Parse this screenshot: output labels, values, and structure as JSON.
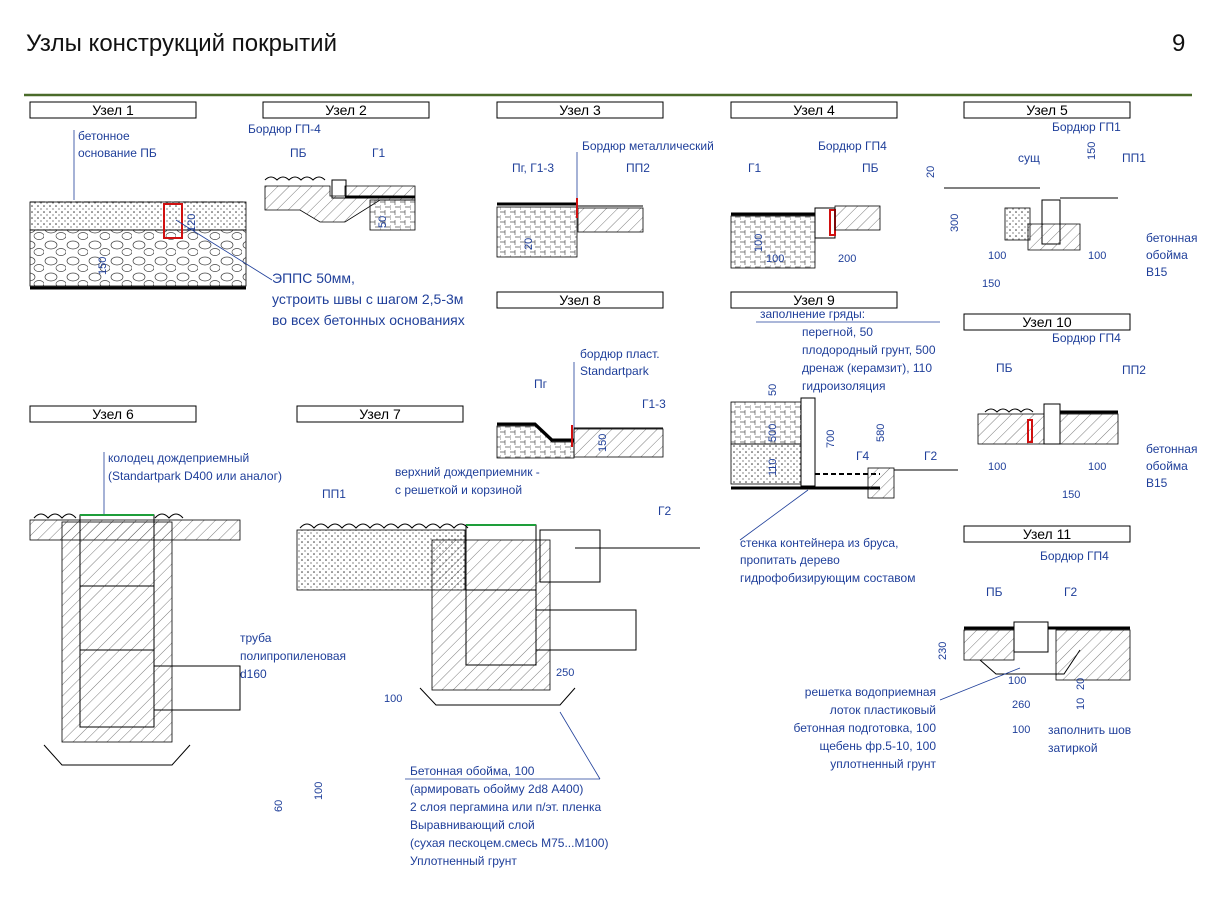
{
  "page": {
    "title": "Узлы конструкций покрытий",
    "number": "9",
    "rule_color": "#4a6b2a"
  },
  "colors": {
    "annotation": "#1f3f9a",
    "line": "#000000",
    "accent_red": "#d01010",
    "accent_green": "#1e9e3a"
  },
  "nodes": {
    "n1": {
      "header": "Узел 1",
      "l1": "бетонное",
      "l2": "основание ПБ",
      "l3": "ЭППС 50мм,",
      "l4": "устроить швы с шагом 2,5-3м",
      "l5": "во всех бетонных основаниях",
      "d1": "120",
      "d2": "150"
    },
    "n2": {
      "header": "Узел 2",
      "l1": "Бордюр ГП-4",
      "l2": "ПБ",
      "l3": "Г1",
      "d1": "50"
    },
    "n3": {
      "header": "Узел 3",
      "l1": "Бордюр металлический",
      "l2": "Пг, Г1-3",
      "l3": "ПП2",
      "d1": "20"
    },
    "n4": {
      "header": "Узел 4",
      "l1": "Бордюр ГП4",
      "l2": "Г1",
      "l3": "ПБ",
      "d1": "100",
      "d2": "100",
      "d3": "200"
    },
    "n5": {
      "header": "Узел 5",
      "l1": "Бордюр ГП1",
      "l2": "сущ",
      "l3": "ПП1",
      "l4": "бетонная",
      "l5": "обойма",
      "l6": "В15",
      "d1": "20",
      "d2": "300",
      "d3": "150",
      "d4": "100",
      "d5": "100",
      "d6": "150"
    },
    "n6": {
      "header": "Узел 6",
      "l1": "колодец дождеприемный",
      "l2": "(Standartpark D400 или аналог)",
      "l3": "труба",
      "l4": "полипропиленовая",
      "l5": "d160",
      "d1": "60",
      "d2": "100"
    },
    "n7": {
      "header": "Узел 7",
      "l1": "верхний дождеприемник -",
      "l2": "с решеткой и корзиной",
      "l3": "ПП1",
      "l4": "Г2",
      "d1": "100",
      "d2": "250"
    },
    "n7notes": {
      "l1": "Бетонная обойма, 100",
      "l2": "(армировать обойму 2d8 А400)",
      "l3": "2 слоя пергамина или п/эт. пленка",
      "l4": "Выравнивающий слой",
      "l5": "(сухая пескоцем.смесь М75...М100)",
      "l6": "Уплотненный грунт"
    },
    "n8": {
      "header": "Узел 8",
      "l1": "бордюр пласт.",
      "l2": "Standartpark",
      "l3": "Пг",
      "l4": "Г1-3",
      "d1": "150"
    },
    "n9": {
      "header": "Узел 9",
      "l1": "заполнение гряды:",
      "l2": "перегной, 50",
      "l3": "плодородный грунт, 500",
      "l4": "дренаж (керамзит), 110",
      "l5": "гидроизоляция",
      "l6": "Г4",
      "l7": "Г2",
      "l8": "стенка контейнера из бруса,",
      "l9": "пропитать дерево",
      "l10": "гидрофобизирующим составом",
      "d1": "50",
      "d2": "500",
      "d3": "110",
      "d4": "700",
      "d5": "580"
    },
    "n10": {
      "header": "Узел 10",
      "l1": "Бордюр ГП4",
      "l2": "ПБ",
      "l3": "ПП2",
      "l4": "бетонная",
      "l5": "обойма",
      "l6": "В15",
      "d1": "100",
      "d2": "100",
      "d3": "150"
    },
    "n11": {
      "header": "Узел 11",
      "l1": "Бордюр ГП4",
      "l2": "ПБ",
      "l3": "Г2",
      "l4": "решетка водоприемная",
      "l5": "лоток пластиковый",
      "l6": "бетонная подготовка, 100",
      "l7": "щебень фр.5-10, 100",
      "l8": "уплотненный грунт",
      "l9": "заполнить шов",
      "l10": "затиркой",
      "d1": "230",
      "d2": "100",
      "d3": "20",
      "d4": "10",
      "d5": "260",
      "d6": "100"
    }
  }
}
